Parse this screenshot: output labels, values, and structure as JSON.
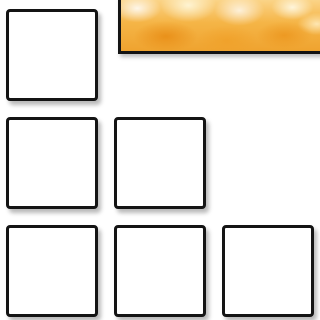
{
  "board": {
    "tile_color": "#ffffff",
    "tile_border_color": "#141414",
    "rows": [
      {
        "tiles": 1
      },
      {
        "tiles": 2
      },
      {
        "tiles": 3
      }
    ]
  },
  "active_piece": {
    "texture": "orange-marble",
    "colors": [
      "#fbd58a",
      "#f5b547",
      "#efa32f"
    ]
  }
}
